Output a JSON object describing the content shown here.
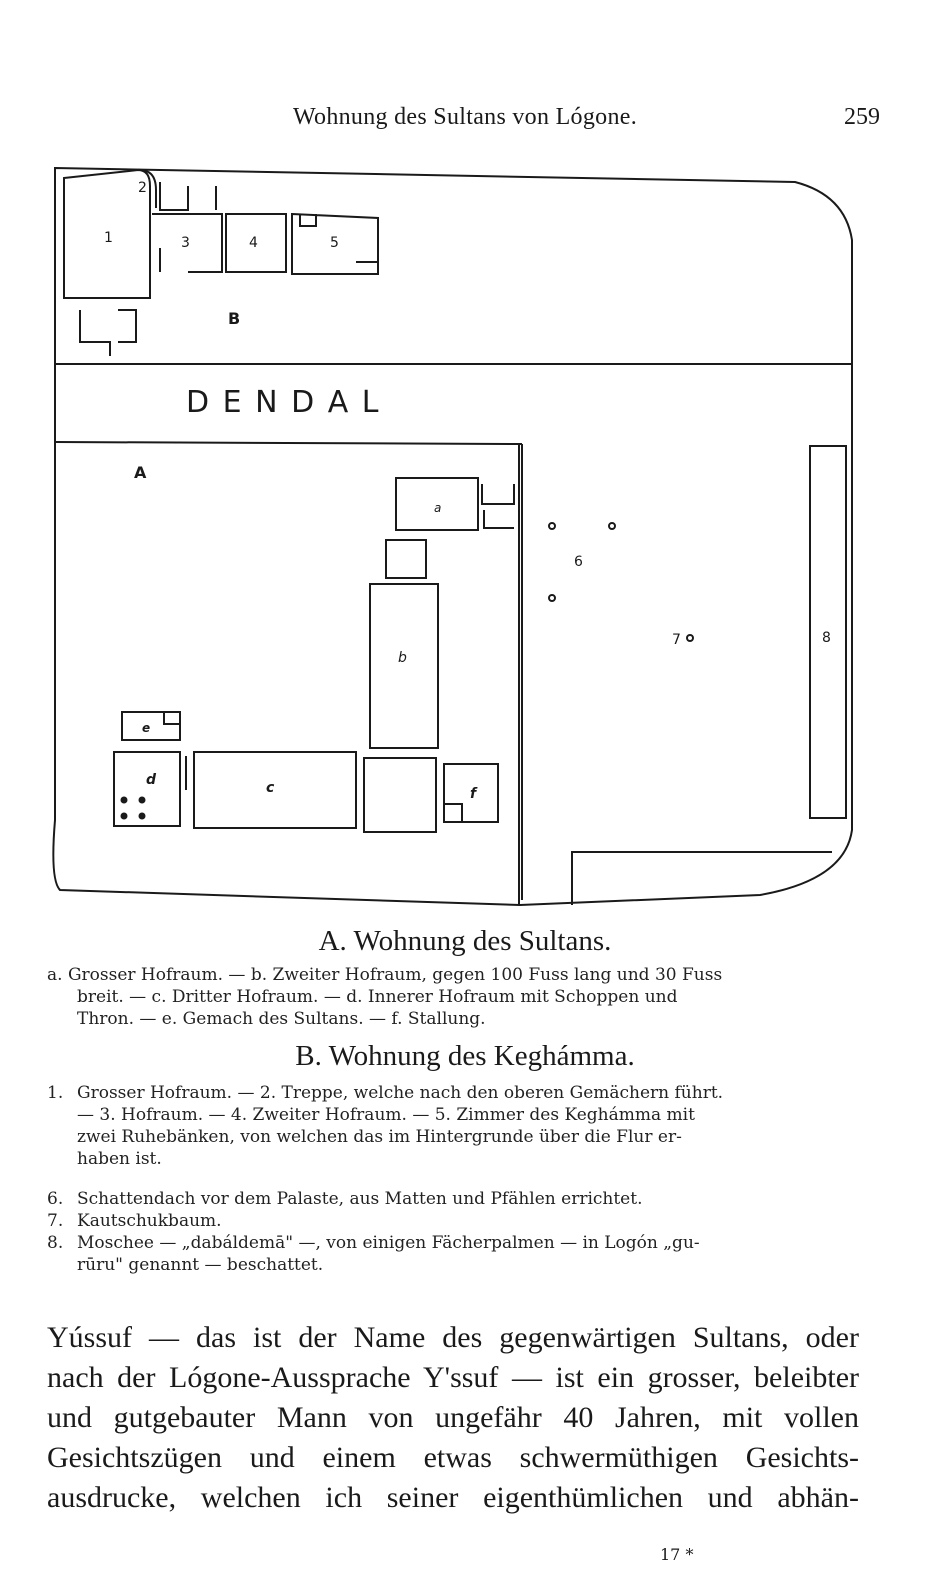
{
  "header": {
    "title": "Wohnung des Sultans von Lógone.",
    "page_number": "259"
  },
  "plan": {
    "street_label": "D E N D A L",
    "section_a": "A",
    "section_b": "B",
    "rooms_b": [
      "1",
      "2",
      "3",
      "4",
      "5"
    ],
    "rooms_a": [
      "a",
      "b",
      "c",
      "d",
      "e",
      "f"
    ],
    "outside": [
      "6",
      "7",
      "8"
    ]
  },
  "caption_a": {
    "heading": "A. Wohnung des Sultans.",
    "lines": [
      "a. Grosser Hofraum. — b. Zweiter Hofraum, gegen 100 Fuss lang und 30 Fuss",
      "breit. — c. Dritter Hofraum. — d. Innerer Hofraum mit Schoppen und",
      "Thron. — e. Gemach des Sultans. — f. Stallung."
    ]
  },
  "caption_b": {
    "heading": "B. Wohnung des Keghámma.",
    "items": [
      {
        "num": "1.",
        "lines": [
          "Grosser Hofraum. — 2. Treppe, welche nach den oberen Gemächern führt.",
          "— 3. Hofraum. — 4. Zweiter Hofraum. — 5. Zimmer des Keghámma mit",
          "zwei Ruhebänken, von welchen das im Hintergrunde über die Flur er-",
          "haben ist."
        ]
      },
      {
        "num": "6.",
        "lines": [
          "Schattendach vor dem Palaste, aus Matten und Pfählen errichtet."
        ]
      },
      {
        "num": "7.",
        "lines": [
          "Kautschukbaum."
        ]
      },
      {
        "num": "8.",
        "lines": [
          "Moschee — „dabáldemā\" —, von einigen Fächerpalmen — in Logón „gu-",
          "rūru\" genannt — beschattet."
        ]
      }
    ]
  },
  "body": {
    "lines": [
      "Yússuf — das ist der Name des gegenwärtigen Sultans, oder",
      "nach der Lógone-Aussprache Y'ssuf — ist ein grosser, beleibter",
      "und gutgebauter Mann von ungefähr 40 Jahren, mit vollen",
      "Gesichtszügen und einem etwas schwermüthigen Gesichts-",
      "ausdrucke, welchen ich seiner eigenthümlichen und abhän-"
    ]
  },
  "signature": "17 *"
}
